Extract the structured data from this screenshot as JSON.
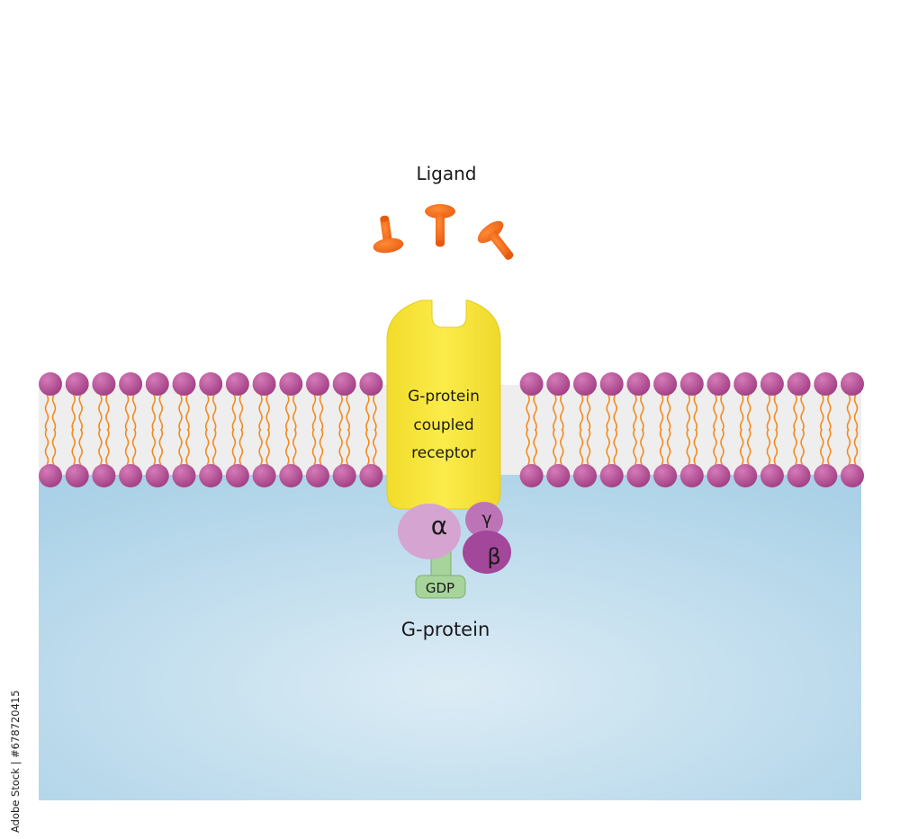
{
  "labels": {
    "ligand": "Ligand",
    "receptor_line1": "G-protein",
    "receptor_line2": "coupled",
    "receptor_line3": "receptor",
    "alpha": "α",
    "gamma": "γ",
    "beta": "β",
    "gdp": "GDP",
    "g_protein": "G-protein"
  },
  "watermark": {
    "side_text": "Adobe Stock | #678720415"
  },
  "colors": {
    "background": "#ffffff",
    "cytoplasm_center": "#d9eaf4",
    "cytoplasm_edge": "#a9d0e6",
    "lipid_head": "#b0478f",
    "lipid_tail": "#f28a1e",
    "membrane_core": "#efefef",
    "receptor": "#f5e335",
    "ligand": "#f06a1a",
    "alpha_subunit": "#d6a4d0",
    "gamma_subunit": "#bd74b6",
    "beta_subunit": "#a2479a",
    "gdp": "#a7d49a"
  }
}
